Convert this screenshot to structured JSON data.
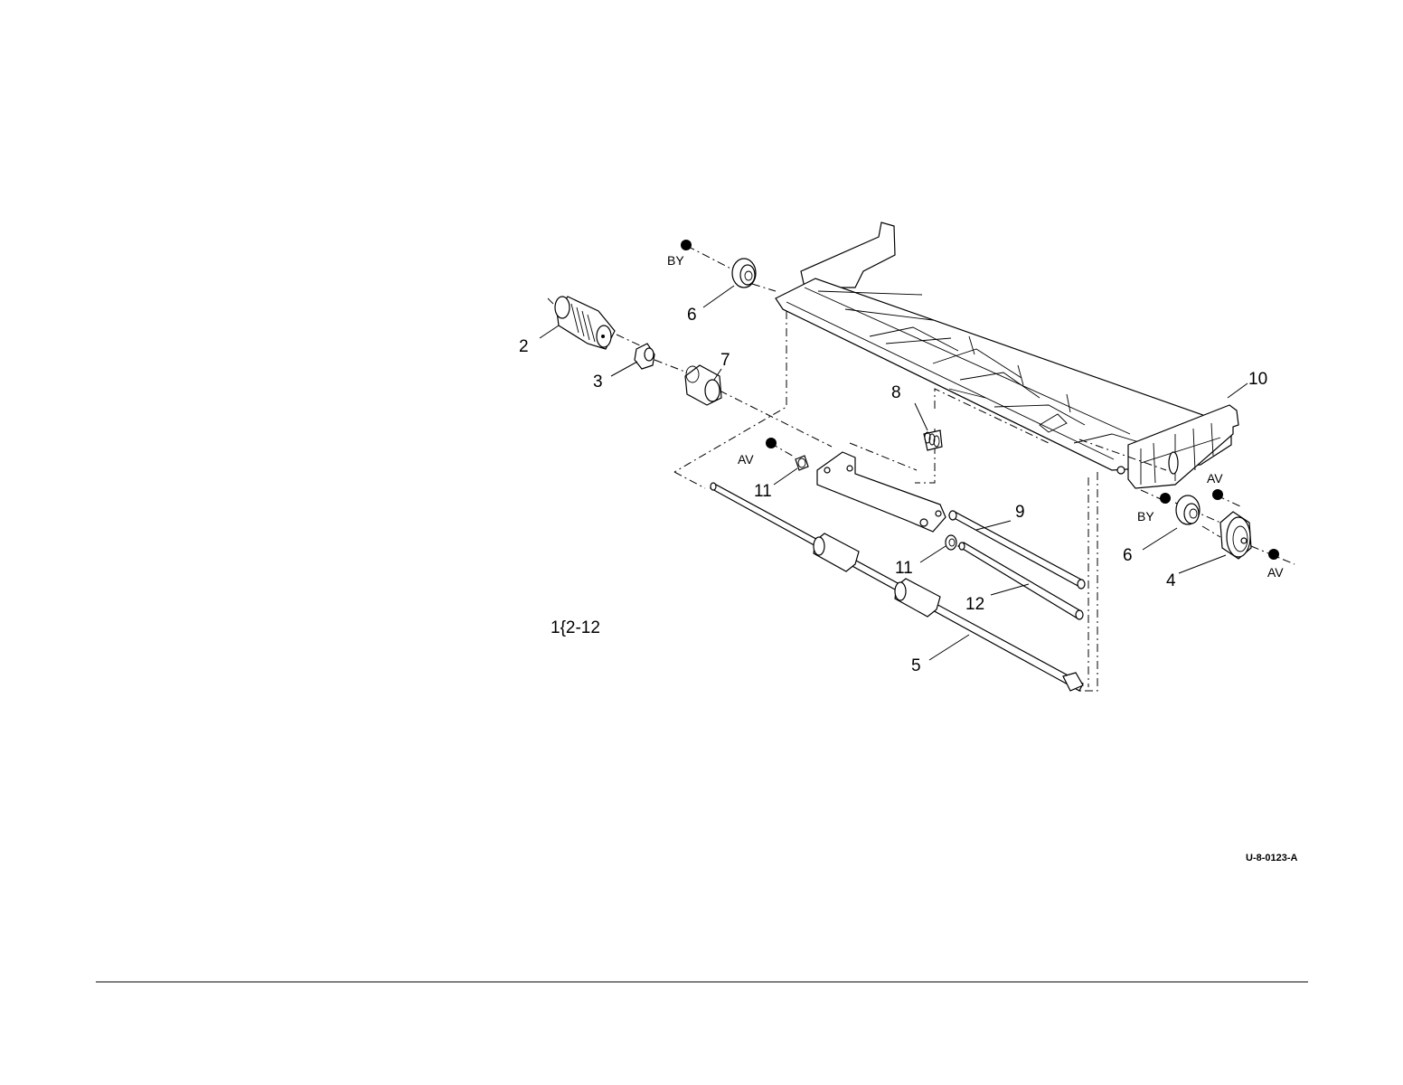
{
  "diagram": {
    "callouts": {
      "c2": "2",
      "c3": "3",
      "c4": "4",
      "c5": "5",
      "c6a": "6",
      "c6b": "6",
      "c7": "7",
      "c8": "8",
      "c9": "9",
      "c10": "10",
      "c11a": "11",
      "c11b": "11",
      "c12": "12"
    },
    "codes": {
      "by1": "BY",
      "by2": "BY",
      "av1": "AV",
      "av2": "AV",
      "av3": "AV"
    },
    "range_label": "1{2-12",
    "figure_id": "U-8-0123-A"
  },
  "colors": {
    "line": "#000000",
    "background": "#ffffff"
  }
}
